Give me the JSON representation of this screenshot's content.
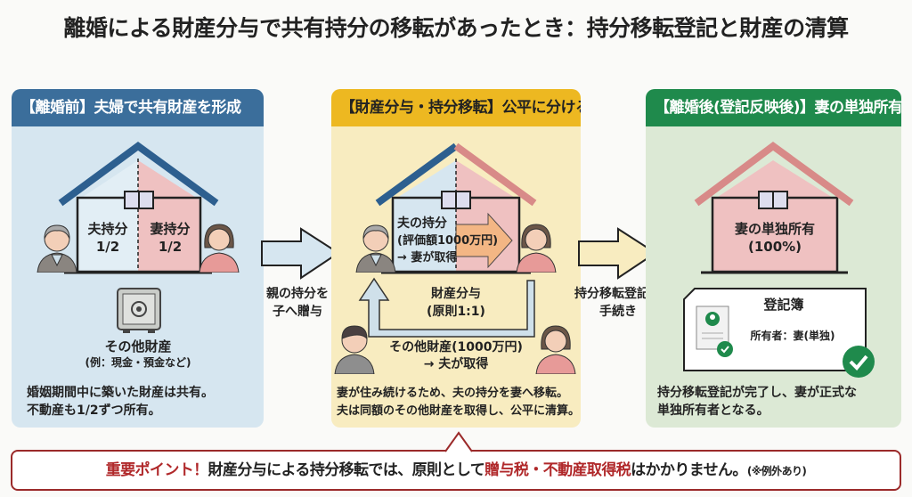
{
  "title": "離婚による財産分与で共有持分の移転があったとき：持分移転登記と財産の清算",
  "panels": [
    {
      "header": "【離婚前】夫婦で共有財産を形成",
      "color": "#3b6e9b",
      "bg": "#d6e6f0",
      "husband_share": "夫持分",
      "husband_fraction": "1/2",
      "wife_share": "妻持分",
      "wife_fraction": "1/2",
      "other_assets": "その他財産",
      "other_assets_example": "(例：現金・預金など)",
      "note_line1": "婚姻期間中に築いた財産は共有。",
      "note_line2": "不動産も1/2ずつ所有。"
    },
    {
      "header": "【財産分与・持分移転】公平に分ける",
      "color": "#edb821",
      "bg": "#f8ecc0",
      "husband_share": "夫の持分",
      "valuation": "(評価額1000万円)",
      "to_wife": "→ 妻が取得",
      "division": "財産分与",
      "principle": "(原則1:1)",
      "other_assets": "その他財産(1000万円)",
      "to_husband": "→ 夫が取得",
      "note_line1": "妻が住み続けるため、夫の持分を妻へ移転。",
      "note_line2": "夫は同額のその他財産を取得し、公平に清算。"
    },
    {
      "header": "【離婚後(登記反映後)】妻の単独所有に",
      "color": "#1f8a4c",
      "bg": "#dce9d5",
      "ownership": "妻の単独所有",
      "percent": "(100%)",
      "registry_title": "登記簿",
      "registry_owner": "所有者：妻(単独)",
      "note_line1": "持分移転登記が完了し、妻が正式な",
      "note_line2": "単独所有者となる。"
    }
  ],
  "arrow1": {
    "line1": "親の持分を",
    "line2": "子へ贈与"
  },
  "arrow2": {
    "line1": "持分移転登記の",
    "line2": "手続き"
  },
  "callout": {
    "lead": "重要ポイント！",
    "text1": "財産分与による持分移転では、原則として",
    "highlight": "贈与税・不動産取得税",
    "text2": "はかかりません。",
    "note": "(※例外あり)"
  }
}
